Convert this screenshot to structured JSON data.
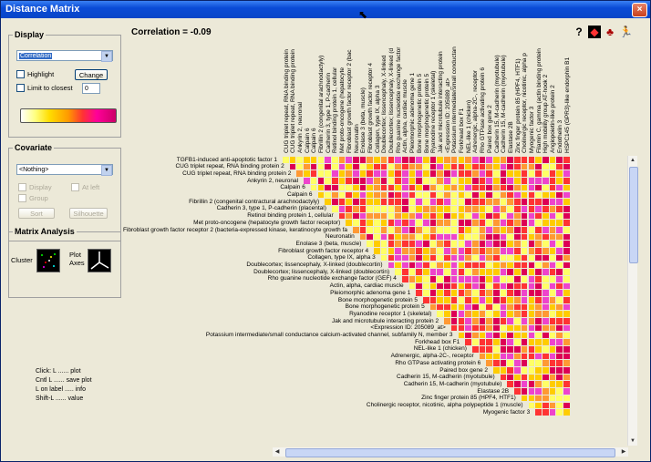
{
  "window": {
    "title": "Distance Matrix",
    "close_glyph": "×"
  },
  "correlation": {
    "label": "Correlation = -0.09"
  },
  "display": {
    "legend": "Display",
    "metric_value": "Correlation",
    "highlight_label": "Highlight",
    "change_button": "Change",
    "limit_label": "Limit to closest",
    "limit_value": "0"
  },
  "covariate": {
    "legend": "Covariate",
    "value": "<Nothing>",
    "display_label": "Display",
    "at_left_label": "At left",
    "group_label": "Group",
    "sort_button": "Sort",
    "silhouette_button": "Silhouette"
  },
  "matrix_analysis": {
    "legend": "Matrix Analysis",
    "cluster_label": "Cluster",
    "plot_axes_label_1": "Plot",
    "plot_axes_label_2": "Axes"
  },
  "help": {
    "line1": "Click:  L ...... plot",
    "line2": "Cntl L ...... save plot",
    "line3": "L on label ..... info",
    "line4": "Shift-L ...... value"
  },
  "toolbar_icons": [
    "help-icon",
    "red-tool-icon",
    "tree-icon",
    "run-icon"
  ],
  "row_labels": [
    "TGFB1-induced anti-apoptotic factor 1",
    "CUG triplet repeat, RNA binding protein 2",
    "CUG triplet repeat, RNA binding protein 2",
    "Ankyrin 2, neuronal",
    "Calpain 6",
    "Calpain 6",
    "Fibrillin 2 (congenital contractural arachnodactyly)",
    "Cadherin 3, type 1, P-cadherin (placental)",
    "Retinol binding protein 1, cellular",
    "Met proto-oncogene (hepatocyte growth factor receptor)",
    "Fibroblast growth factor receptor 2 (bacteria-expressed kinase, keratinocyte growth fa",
    "Neuronatin",
    "Enolase 3 (beta, muscle)",
    "Fibroblast growth factor receptor 4",
    "Collagen, type IX, alpha 3",
    "Doublecortex; lissencephaly, X-linked (doublecortin)",
    "Doublecortex; lissencephaly, X-linked (doublecortin)",
    "Rho guanine nucleotide exchange factor (GEF) 4",
    "Actin, alpha, cardiac muscle",
    "Pleiomorphic adenoma gene 1",
    "Bone morphogenetic protein 5",
    "Bone morphogenetic protein 5",
    "Ryanodine receptor 1 (skeletal)",
    "Jak and microtubule interacting protein 2",
    "<Expression ID: 205089_at>",
    "Potassium intermediate/small conductance calcium-activated channel, subfamily N, member 3",
    "Forkhead box F1",
    "NEL-like 1 (chicken)",
    "Adrenergic, alpha-2C-, receptor",
    "Rho GTPase activating protein 6",
    "Paired box gene 2",
    "Cadherin 15, M-cadherin (myotubule)",
    "Cadherin 15, M-cadherin (myotubule)",
    "Elastase 2B",
    "Zinc finger protein 85 (HPF4, HTF1)",
    "Cholinergic receptor, nicotinic, alpha polypeptide 1 (muscle)",
    "Myogenic factor 3"
  ],
  "col_labels": [
    "CUG triplet repeat, RNA binding protein",
    "CUG triplet repeat, RNA binding protein",
    "Ankyrin 2, neuronal",
    "Calpain 6",
    "Calpain 6",
    "Fibrillin 2 (congenital arachnodactyly)",
    "Cadherin 3, type 1, P-cadherin",
    "Retinol binding protein 1, cellular",
    "Met proto-oncogene (hepatocyte",
    "Fibroblast growth factor receptor 2 (bac",
    "Neuronatin",
    "Enolase 3 (beta, muscle)",
    "Fibroblast growth factor receptor 4",
    "Collagen, type IX, alpha 3",
    "Doublecortex; lissencephaly, X-linked",
    "Doublecortex; lissencephaly, X-linked (d",
    "Rho guanine nucleotide exchange factor",
    "Actin, alpha, cardiac muscle",
    "Pleiomorphic adenoma gene 1",
    "Bone morphogenetic protein 5",
    "Bone morphogenetic protein 5",
    "Ryanodine receptor 1 (skeletal)",
    "Jak and microtubule interacting protein",
    "<Expression ID: 205089_at>",
    "Potassium intermediate/small conductan",
    "Forkhead box F1",
    "NEL-like 1 (chicken)",
    "Adrenergic, alpha-2C-, receptor",
    "Rho GTPase activating protein 6",
    "Paired box gene 2",
    "Cadherin 15, M-cadherin (myotubule)",
    "Cadherin 15, M-cadherin (myotubule)",
    "Elastase 2B",
    "Zinc finger protein 85 (HPF4, HTF1)",
    "Cholinergic receptor, nicotinic, alpha p",
    "Myogenic factor 3",
    "Filamin C, gamma (actin binding protein",
    "High mobility group AT-hook 2",
    "Angiopoietin-like protein 2",
    "Endothelin 3",
    "HSPC145 (GPR3)-like endorphin B1"
  ],
  "heatmap_colors": {
    "low": "#ffff66",
    "mid_low": "#ffcc00",
    "mid": "#ff9933",
    "high": "#ff3333",
    "very_high": "#dd0055",
    "max": "#ee44cc"
  }
}
